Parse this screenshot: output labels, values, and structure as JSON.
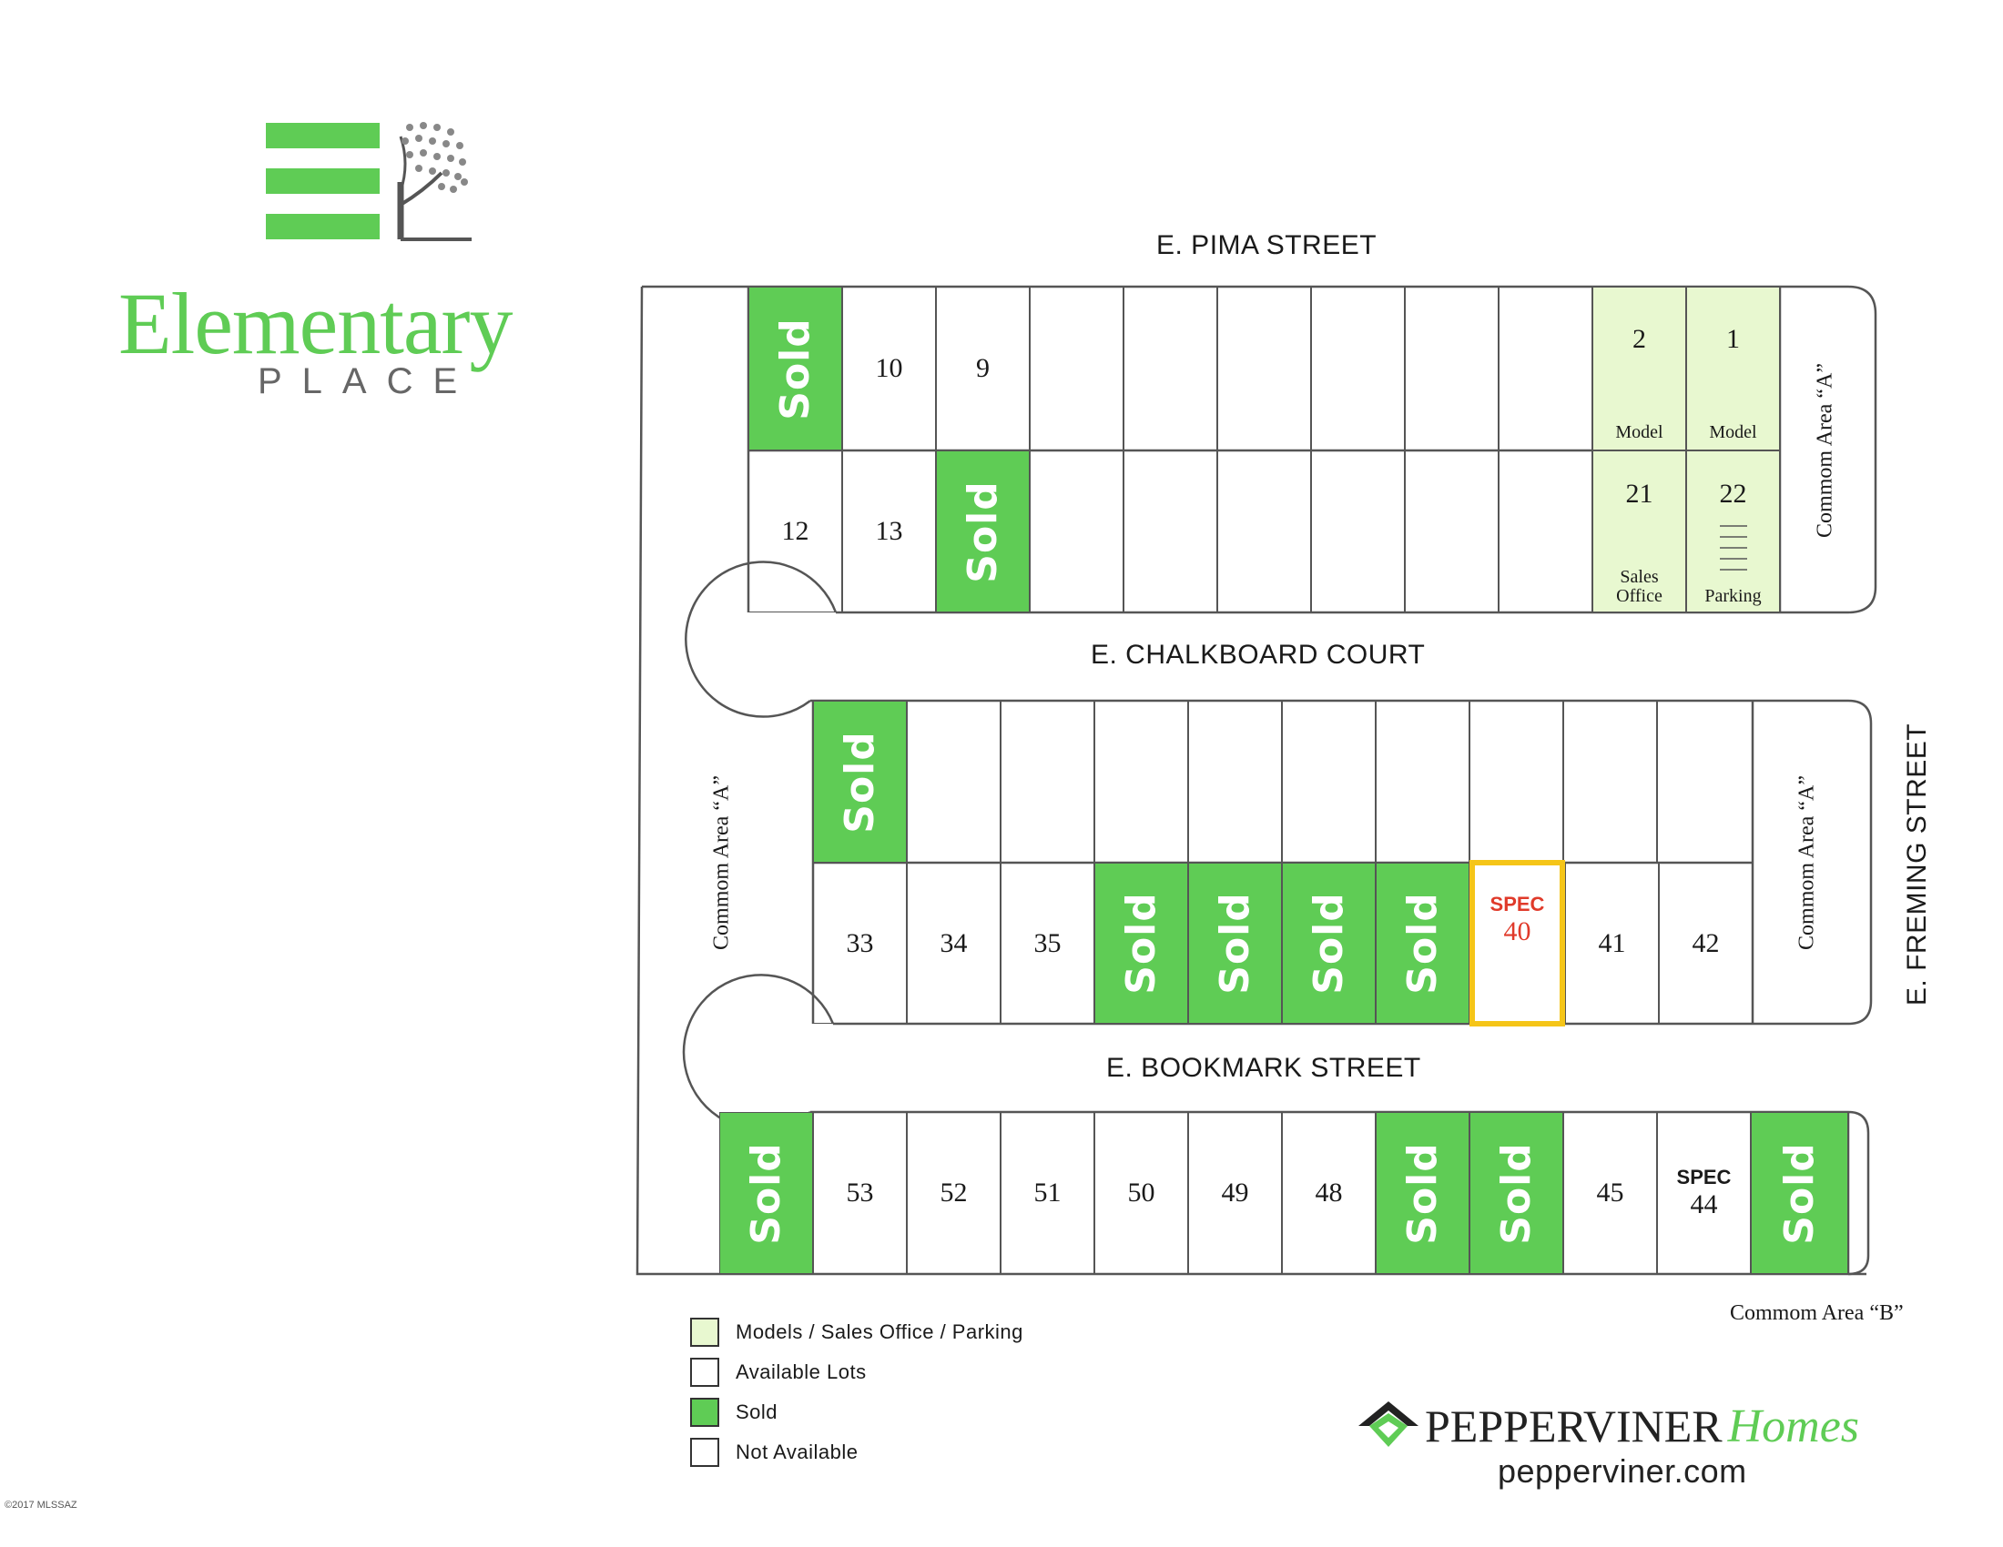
{
  "brand": {
    "name": "Elementary",
    "subtitle": "PLACE",
    "builder_part1": "PEPPER",
    "builder_part2": "VINER",
    "builder_part3": "Homes",
    "website": "pepperviner.com",
    "copyright": "©2017 MLSSAZ"
  },
  "streets": {
    "pima": "E. PIMA STREET",
    "chalkboard": "E. CHALKBOARD COURT",
    "bookmark": "E. BOOKMARK STREET",
    "freming": "E. FREMING STREET"
  },
  "common_areas": {
    "a_right_top": "Commom Area “A”",
    "a_left": "Commom Area “A”",
    "a_right_mid": "Commom Area “A”",
    "b": "Commom Area “B”"
  },
  "labels": {
    "sold": "Sold",
    "spec": "SPEC",
    "model": "Model",
    "sales_office": "Sales Office",
    "parking": "Parking"
  },
  "lots": {
    "row1": [
      "Sold",
      "10",
      "9",
      "",
      "",
      "",
      "",
      "",
      "",
      "2",
      "1"
    ],
    "row2": [
      "12",
      "13",
      "Sold",
      "",
      "",
      "",
      "",
      "",
      "",
      "21",
      "22"
    ],
    "row3": [
      "Sold",
      "",
      "",
      "",
      "",
      "",
      "",
      "",
      "",
      "",
      ""
    ],
    "row4": [
      "33",
      "34",
      "35",
      "Sold",
      "Sold",
      "Sold",
      "Sold",
      "40",
      "41",
      "42"
    ],
    "row5": [
      "Sold",
      "53",
      "52",
      "51",
      "50",
      "49",
      "48",
      "Sold",
      "Sold",
      "45",
      "44",
      "Sold"
    ]
  },
  "legend": {
    "items": [
      {
        "label": "Models / Sales Office / Parking",
        "color": "#e8f8d0"
      },
      {
        "label": "Available Lots",
        "color": "#ffffff"
      },
      {
        "label": "Sold",
        "color": "#5fcc55"
      },
      {
        "label": "Not Available",
        "color": "#ffffff"
      }
    ]
  },
  "colors": {
    "sold": "#5fcc55",
    "model": "#e8f8d0",
    "spec_highlight": "#f5c518",
    "spec_text": "#e03a2a",
    "logo_green": "#5fcc55"
  }
}
